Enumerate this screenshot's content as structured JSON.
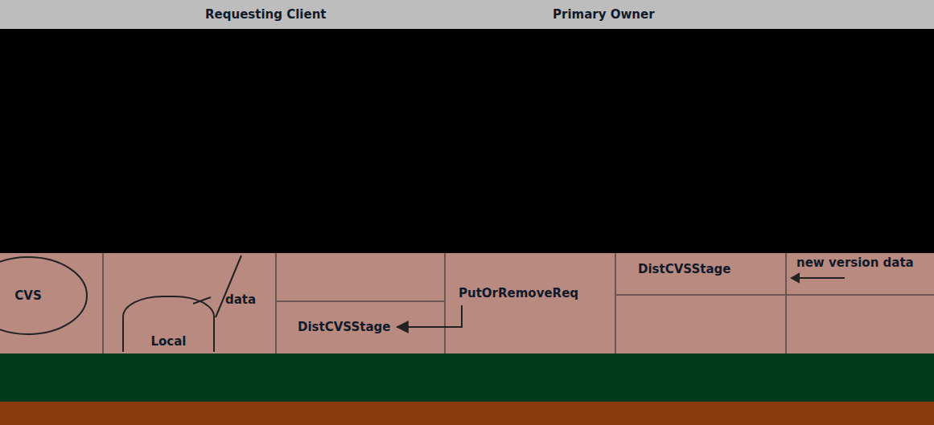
{
  "diagram": {
    "nodes": [
      {
        "text": [
          "CVS"
        ]
      },
      {
        "text": [
          "Local"
        ]
      },
      {
        "text": [
          "DistCVSStage"
        ]
      },
      {
        "text": [
          "PutOrRemoveReq"
        ]
      },
      {
        "text": [
          "DistCVSStage"
        ]
      }
    ],
    "edges": [
      {
        "from": 3,
        "to": 2,
        "arrow": "to"
      }
    ],
    "labels": [
      "Requesting Client",
      "Primary Owner",
      "data",
      "new version data"
    ]
  }
}
